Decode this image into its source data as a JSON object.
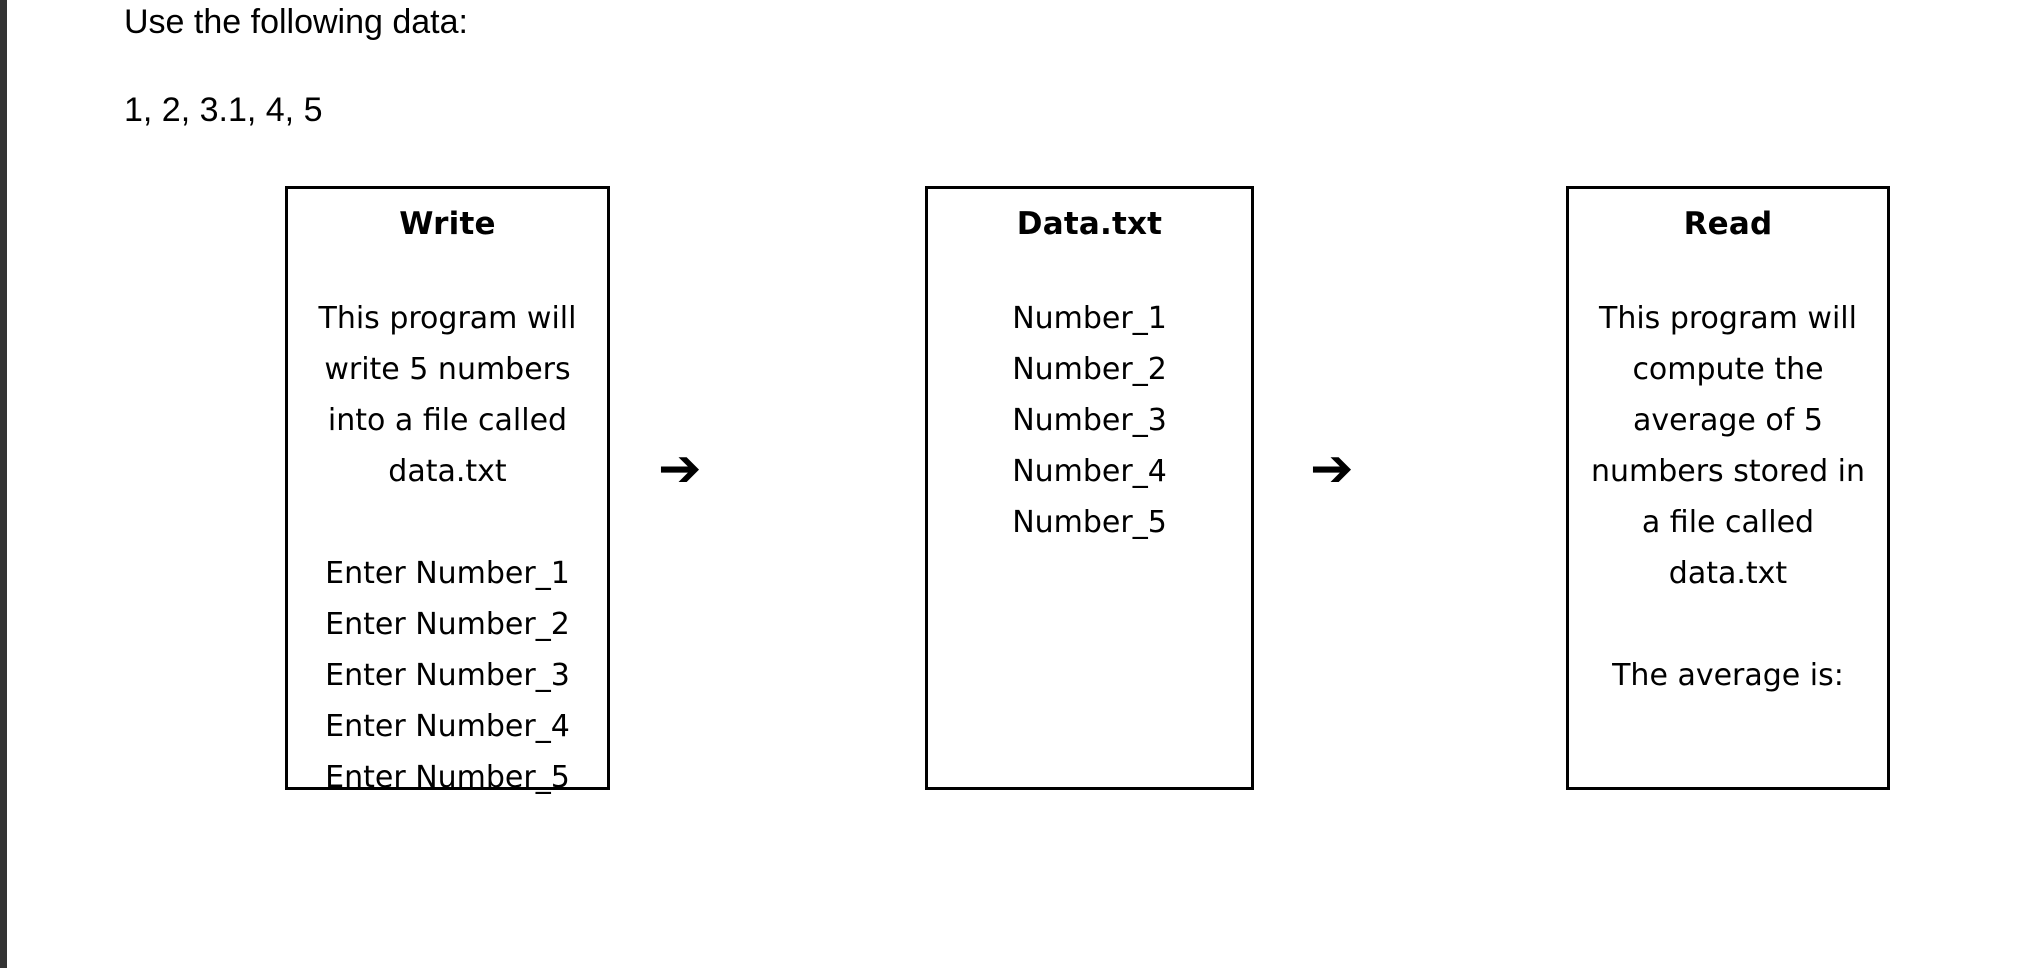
{
  "page": {
    "background_color": "#ffffff",
    "text_color": "#000000",
    "edge_strip_color": "#333333"
  },
  "intro": {
    "prompt": "Use the following data:",
    "values": "1, 2, 3.1, 4, 5"
  },
  "diagram": {
    "arrow_1": "➔",
    "arrow_2": "➔",
    "boxes": [
      {
        "id": "write",
        "title": "Write",
        "description": [
          "This program will",
          "write 5 numbers",
          "into a file called",
          "data.txt"
        ],
        "list": [
          "Enter Number_1",
          "Enter Number_2",
          "Enter Number_3",
          "Enter Number_4",
          "Enter Number_5"
        ]
      },
      {
        "id": "data-txt",
        "title": "Data.txt",
        "list": [
          "Number_1",
          "Number_2",
          "Number_3",
          "Number_4",
          "Number_5"
        ]
      },
      {
        "id": "read",
        "title": "Read",
        "description": [
          "This program will",
          "compute the",
          "average of 5",
          "numbers stored in",
          "a file called",
          "data.txt"
        ],
        "list": [
          "The average is:"
        ]
      }
    ]
  }
}
